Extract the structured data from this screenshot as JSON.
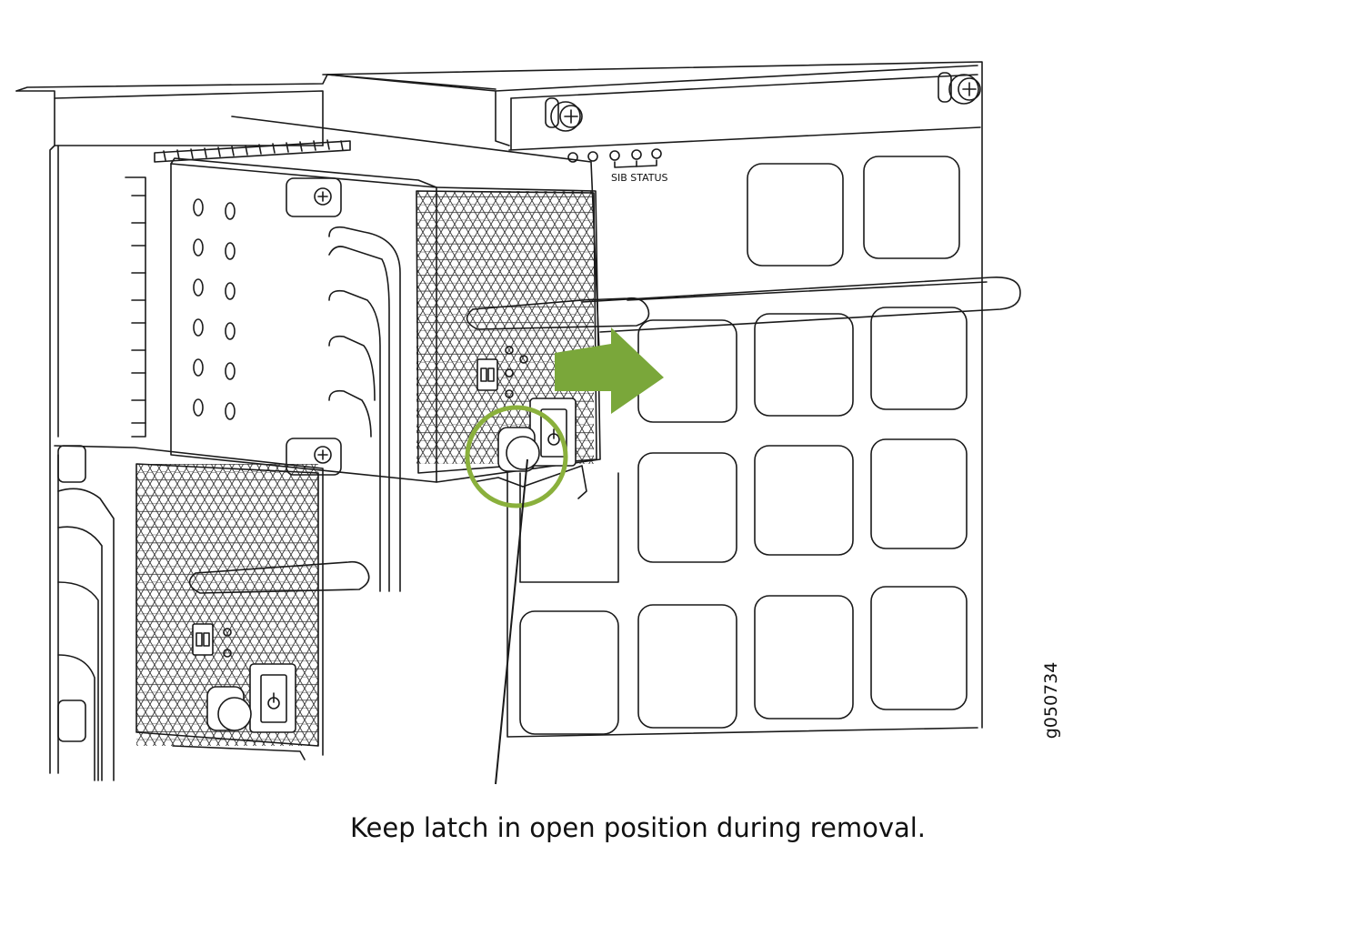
{
  "diagram": {
    "sib_status_label": "SIB STATUS",
    "caption": "Keep latch in open position during removal.",
    "figure_id": "g050734",
    "colors": {
      "line": "#1a1a1a",
      "highlight": "#8ab03c",
      "arrow": "#7aa73a"
    },
    "icons": [
      "power-switch-icon",
      "dip-switch-icon",
      "captive-screw-icon",
      "direction-arrow-icon",
      "latch-highlight-icon"
    ]
  }
}
